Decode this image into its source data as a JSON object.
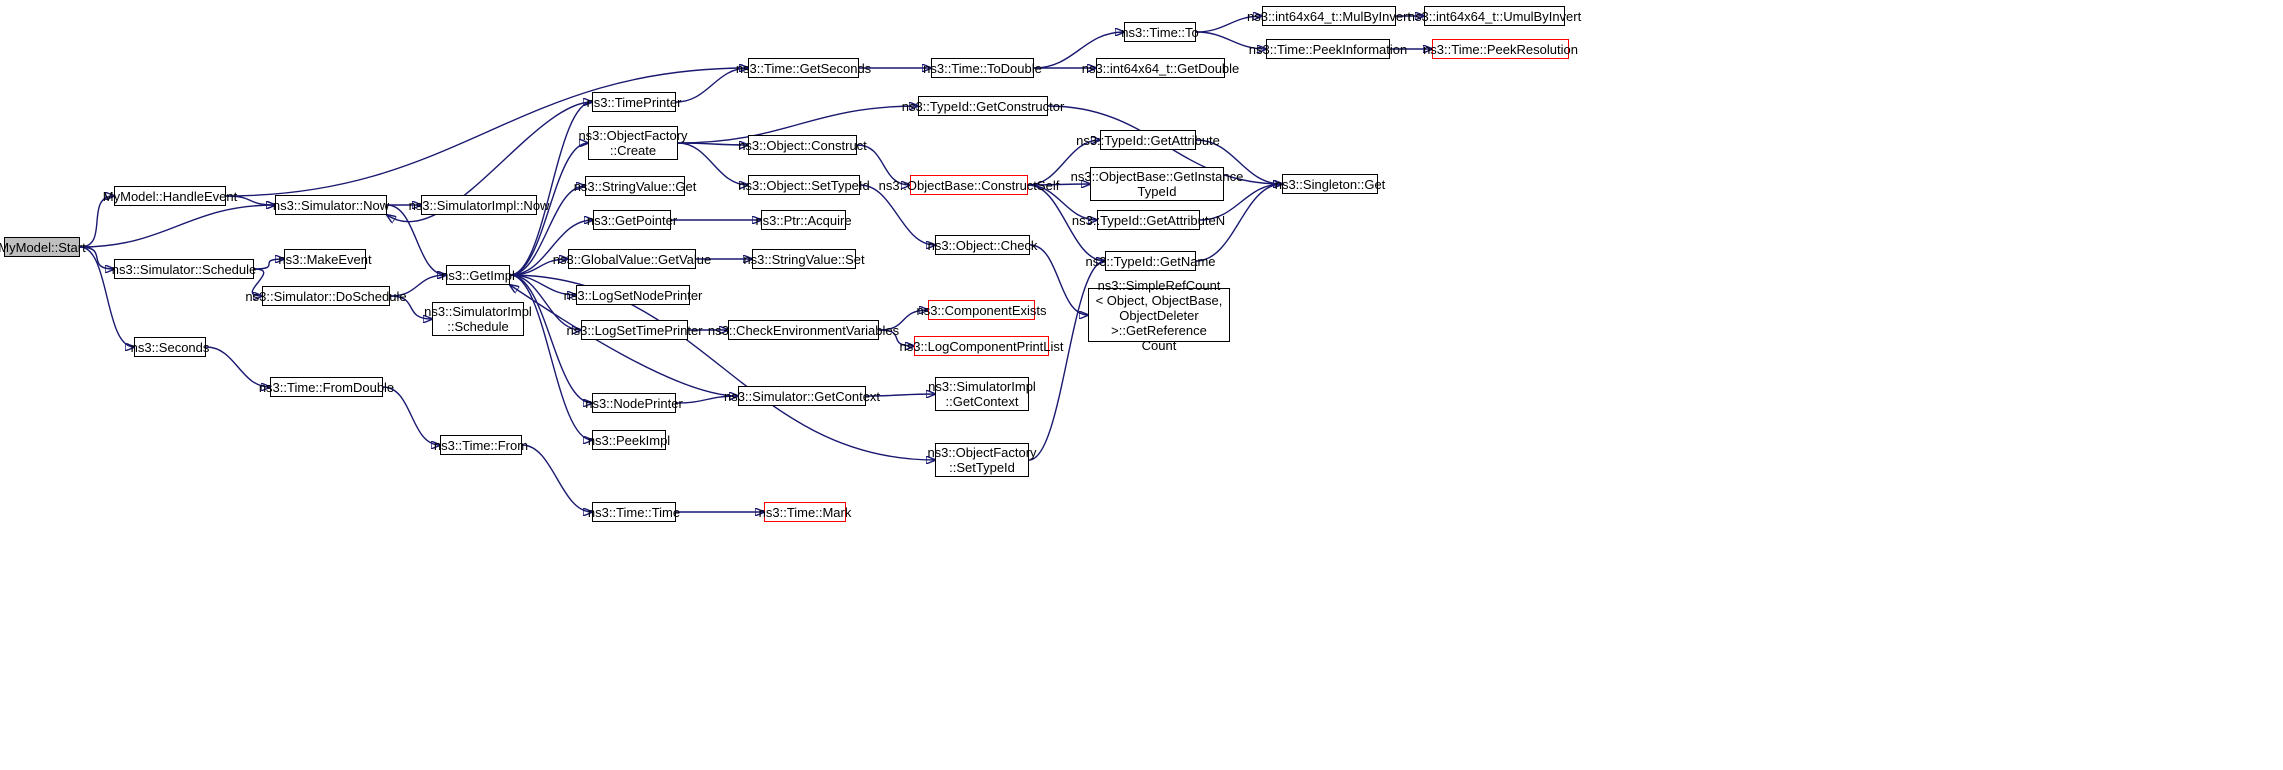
{
  "nodes": [
    {
      "id": "start",
      "label": "MyModel::Start",
      "root": true
    },
    {
      "id": "handle",
      "label": "MyModel::HandleEvent"
    },
    {
      "id": "schedule",
      "label": "ns3::Simulator::Schedule"
    },
    {
      "id": "seconds",
      "label": "ns3::Seconds"
    },
    {
      "id": "now",
      "label": "ns3::Simulator::Now"
    },
    {
      "id": "makeevent",
      "label": "ns3::MakeEvent"
    },
    {
      "id": "doschedule",
      "label": "ns3::Simulator::DoSchedule"
    },
    {
      "id": "fromdouble",
      "label": "ns3::Time::FromDouble"
    },
    {
      "id": "simimplnow",
      "label": "ns3::SimulatorImpl::Now"
    },
    {
      "id": "getimpl",
      "label": "ns3::GetImpl"
    },
    {
      "id": "simimplsched",
      "label": "ns3::SimulatorImpl\n::Schedule"
    },
    {
      "id": "from",
      "label": "ns3::Time::From"
    },
    {
      "id": "timeprinter",
      "label": "ns3::TimePrinter"
    },
    {
      "id": "ofcreate",
      "label": "ns3::ObjectFactory\n::Create"
    },
    {
      "id": "svget",
      "label": "ns3::StringValue::Get"
    },
    {
      "id": "getpointer",
      "label": "ns3::GetPointer"
    },
    {
      "id": "gvgetvalue",
      "label": "ns3::GlobalValue::GetValue"
    },
    {
      "id": "logsetnode",
      "label": "ns3::LogSetNodePrinter"
    },
    {
      "id": "logsettime",
      "label": "ns3::LogSetTimePrinter"
    },
    {
      "id": "nodeprinter",
      "label": "ns3::NodePrinter"
    },
    {
      "id": "peekimpl",
      "label": "ns3::PeekImpl"
    },
    {
      "id": "timetime",
      "label": "ns3::Time::Time"
    },
    {
      "id": "getseconds",
      "label": "ns3::Time::GetSeconds"
    },
    {
      "id": "objconstruct",
      "label": "ns3::Object::Construct"
    },
    {
      "id": "objsettypeid",
      "label": "ns3::Object::SetTypeId"
    },
    {
      "id": "ptracquire",
      "label": "ns3::Ptr::Acquire"
    },
    {
      "id": "svset",
      "label": "ns3::StringValue::Set"
    },
    {
      "id": "checkenv",
      "label": "ns3::CheckEnvironmentVariables"
    },
    {
      "id": "simgetctx",
      "label": "ns3::Simulator::GetContext"
    },
    {
      "id": "timemark",
      "label": "ns3::Time::Mark",
      "truncated": true
    },
    {
      "id": "todouble",
      "label": "ns3::Time::ToDouble"
    },
    {
      "id": "tidgetctor",
      "label": "ns3::TypeId::GetConstructor"
    },
    {
      "id": "obconstructself",
      "label": "ns3::ObjectBase::ConstructSelf",
      "truncated": true
    },
    {
      "id": "objcheck",
      "label": "ns3::Object::Check"
    },
    {
      "id": "compexists",
      "label": "ns3::ComponentExists",
      "truncated": true
    },
    {
      "id": "logcompprint",
      "label": "ns3::LogComponentPrintList",
      "truncated": true
    },
    {
      "id": "simimplctx",
      "label": "ns3::SimulatorImpl\n::GetContext"
    },
    {
      "id": "ofsettypeid",
      "label": "ns3::ObjectFactory\n::SetTypeId"
    },
    {
      "id": "timeto",
      "label": "ns3::Time::To"
    },
    {
      "id": "int64getdouble",
      "label": "ns3::int64x64_t::GetDouble"
    },
    {
      "id": "tidgetattr",
      "label": "ns3::TypeId::GetAttribute"
    },
    {
      "id": "obgetinst",
      "label": "ns3::ObjectBase::GetInstance\nTypeId"
    },
    {
      "id": "tidgetattrn",
      "label": "ns3::TypeId::GetAttributeN"
    },
    {
      "id": "tidgetname",
      "label": "ns3::TypeId::GetName"
    },
    {
      "id": "simplerefcount",
      "label": "ns3::SimpleRefCount\n< Object, ObjectBase,\n ObjectDeleter >::GetReference\nCount"
    },
    {
      "id": "mulbyinvert",
      "label": "ns3::int64x64_t::MulByInvert"
    },
    {
      "id": "peekinfo",
      "label": "ns3::Time::PeekInformation"
    },
    {
      "id": "singletonget",
      "label": "ns3::Singleton::Get"
    },
    {
      "id": "umulbyinvert",
      "label": "ns3::int64x64_t::UmulByInvert"
    },
    {
      "id": "peekresolution",
      "label": "ns3::Time::PeekResolution",
      "truncated": true
    }
  ],
  "edges": [
    [
      "start",
      "handle"
    ],
    [
      "start",
      "now"
    ],
    [
      "start",
      "schedule"
    ],
    [
      "start",
      "seconds"
    ],
    [
      "handle",
      "getseconds"
    ],
    [
      "handle",
      "now"
    ],
    [
      "now",
      "simimplnow"
    ],
    [
      "now",
      "getimpl"
    ],
    [
      "schedule",
      "makeevent"
    ],
    [
      "schedule",
      "doschedule"
    ],
    [
      "doschedule",
      "getimpl"
    ],
    [
      "doschedule",
      "simimplsched"
    ],
    [
      "seconds",
      "fromdouble"
    ],
    [
      "fromdouble",
      "from"
    ],
    [
      "from",
      "timetime"
    ],
    [
      "timetime",
      "timemark"
    ],
    [
      "getimpl",
      "timeprinter"
    ],
    [
      "getimpl",
      "ofcreate"
    ],
    [
      "getimpl",
      "svget"
    ],
    [
      "getimpl",
      "getpointer"
    ],
    [
      "getimpl",
      "gvgetvalue"
    ],
    [
      "getimpl",
      "logsetnode"
    ],
    [
      "getimpl",
      "logsettime"
    ],
    [
      "getimpl",
      "nodeprinter"
    ],
    [
      "getimpl",
      "peekimpl"
    ],
    [
      "getimpl",
      "ofsettypeid"
    ],
    [
      "timeprinter",
      "now"
    ],
    [
      "timeprinter",
      "getseconds"
    ],
    [
      "ofcreate",
      "tidgetctor"
    ],
    [
      "ofcreate",
      "objconstruct"
    ],
    [
      "ofcreate",
      "objsettypeid"
    ],
    [
      "objconstruct",
      "obconstructself"
    ],
    [
      "objsettypeid",
      "objcheck"
    ],
    [
      "getpointer",
      "ptracquire"
    ],
    [
      "gvgetvalue",
      "svset"
    ],
    [
      "logsettime",
      "checkenv"
    ],
    [
      "checkenv",
      "compexists"
    ],
    [
      "checkenv",
      "logcompprint"
    ],
    [
      "nodeprinter",
      "simgetctx"
    ],
    [
      "simgetctx",
      "getimpl"
    ],
    [
      "simgetctx",
      "simimplctx"
    ],
    [
      "getseconds",
      "todouble"
    ],
    [
      "todouble",
      "timeto"
    ],
    [
      "todouble",
      "int64getdouble"
    ],
    [
      "timeto",
      "mulbyinvert"
    ],
    [
      "timeto",
      "peekinfo"
    ],
    [
      "mulbyinvert",
      "umulbyinvert"
    ],
    [
      "peekinfo",
      "peekresolution"
    ],
    [
      "tidgetctor",
      "singletonget"
    ],
    [
      "obconstructself",
      "tidgetattr"
    ],
    [
      "obconstructself",
      "obgetinst"
    ],
    [
      "obconstructself",
      "tidgetattrn"
    ],
    [
      "obconstructself",
      "tidgetname"
    ],
    [
      "objcheck",
      "simplerefcount"
    ],
    [
      "ofsettypeid",
      "tidgetname"
    ],
    [
      "tidgetattr",
      "singletonget"
    ],
    [
      "tidgetattrn",
      "singletonget"
    ],
    [
      "tidgetname",
      "singletonget"
    ]
  ],
  "colors": {
    "edge": "#191970",
    "truncated_border": "#ff0000",
    "root_fill": "#bfbfbf"
  }
}
